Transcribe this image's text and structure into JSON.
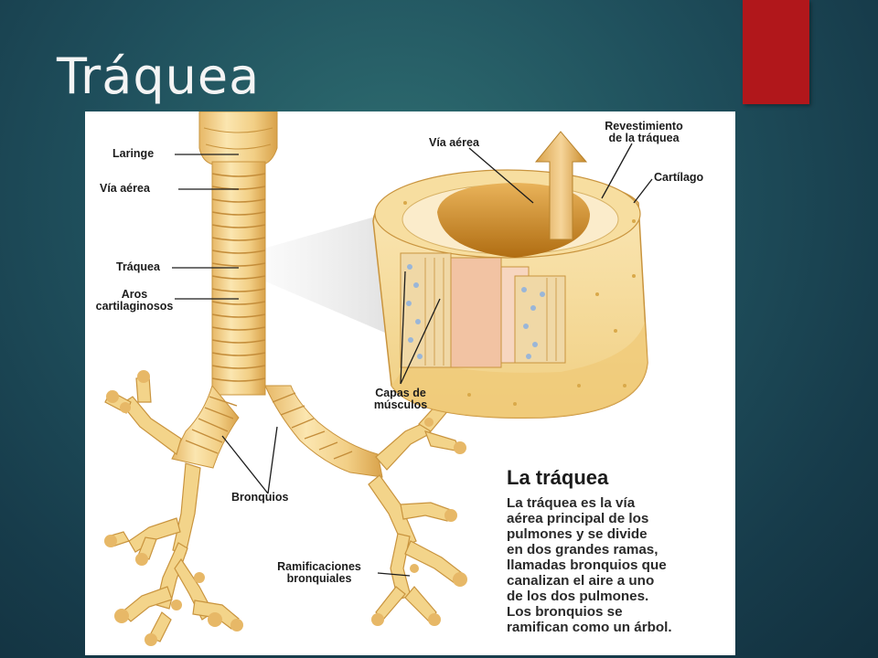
{
  "slide": {
    "title": "Tráquea",
    "accent_color": "#b1171b"
  },
  "diagram": {
    "labels": {
      "larynx": "Laringe",
      "airway_left": "Vía aérea",
      "trachea": "Tráquea",
      "rings": "Aros\ncartilaginosos",
      "bronchi": "Bronquios",
      "branches": "Ramificaciones\nbronquiales",
      "airway_section": "Vía aérea",
      "lining": "Revestimiento\nde la tráquea",
      "cartilage": "Cartílago",
      "muscle_layers": "Capas de\nmúsculos"
    },
    "info": {
      "heading": "La tráquea",
      "body": "La tráquea es la vía\naérea principal de los\npulmones y se divide\nen dos grandes ramas,\nllamadas bronquios que\ncanalizan el aire a uno\nde los dos pulmones.\nLos bronquios se\nramifican como un árbol."
    },
    "colors": {
      "cartilage": "#f3d48a",
      "cartilage_dark": "#d9a94a",
      "lumen": "#c98a1e",
      "muscle": "#f2c3a3"
    }
  }
}
